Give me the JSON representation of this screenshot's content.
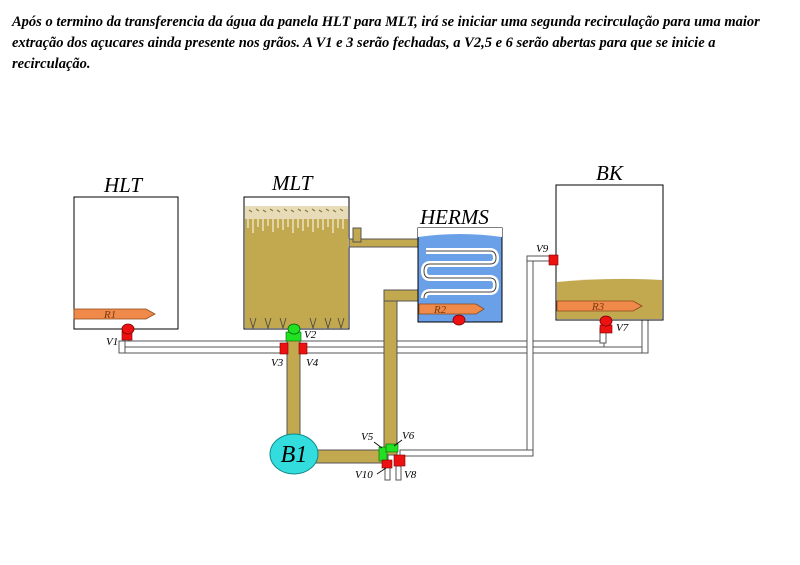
{
  "caption": "Após o termino da transferencia da água da panela HLT para MLT, irá se iniciar uma segunda recirculação para uma maior extração dos açucares ainda presente nos grãos. A V1 e 3 serão fechadas, a V2,5 e 6 serão abertas para que se inicie a recirculação.",
  "tanks": {
    "hlt": "HLT",
    "mlt": "MLT",
    "herms": "HERMS",
    "bk": "BK"
  },
  "resistances": {
    "r1": "R1",
    "r2": "R2",
    "r3": "R3"
  },
  "pump": "B1",
  "valves": {
    "v1": "V1",
    "v2": "V2",
    "v3": "V3",
    "v4": "V4",
    "v5": "V5",
    "v6": "V6",
    "v7": "V7",
    "v8": "V8",
    "v9": "V9",
    "v10": "V10"
  },
  "colors": {
    "wort": "#c2a84e",
    "water": "#6aa0e8",
    "valve_open": "#22e022",
    "valve_closed": "#ee1111",
    "resistance": "#f08a4b",
    "pump": "#33dddd"
  }
}
